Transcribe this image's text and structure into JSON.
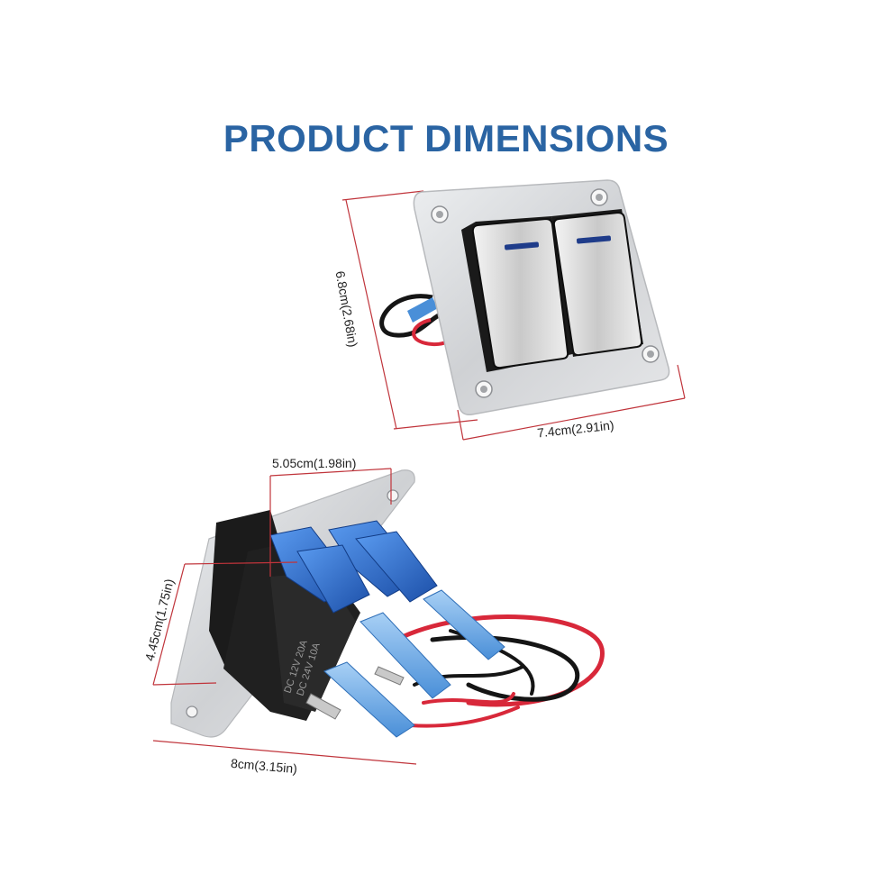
{
  "heading": {
    "text": "PRODUCT DIMENSIONS",
    "color": "#2a64a3"
  },
  "top_view": {
    "height_label": "6.8cm(2.68in)",
    "width_label": "7.4cm(2.91in)"
  },
  "bottom_view": {
    "depth_label": "5.05cm(1.98in)",
    "height_label": "4.45cm(1.75in)",
    "width_label": "8cm(3.15in)",
    "housing_print_line1": "DC 12V 20A",
    "housing_print_line2": "DC 24V 10A"
  },
  "colors": {
    "dimension_line": "#c0343b",
    "plate": "#d9dadd",
    "switch_body": "#111111",
    "terminal_blue": "#2a6fd6",
    "wire_red": "#d8283a",
    "wire_black": "#151515"
  }
}
